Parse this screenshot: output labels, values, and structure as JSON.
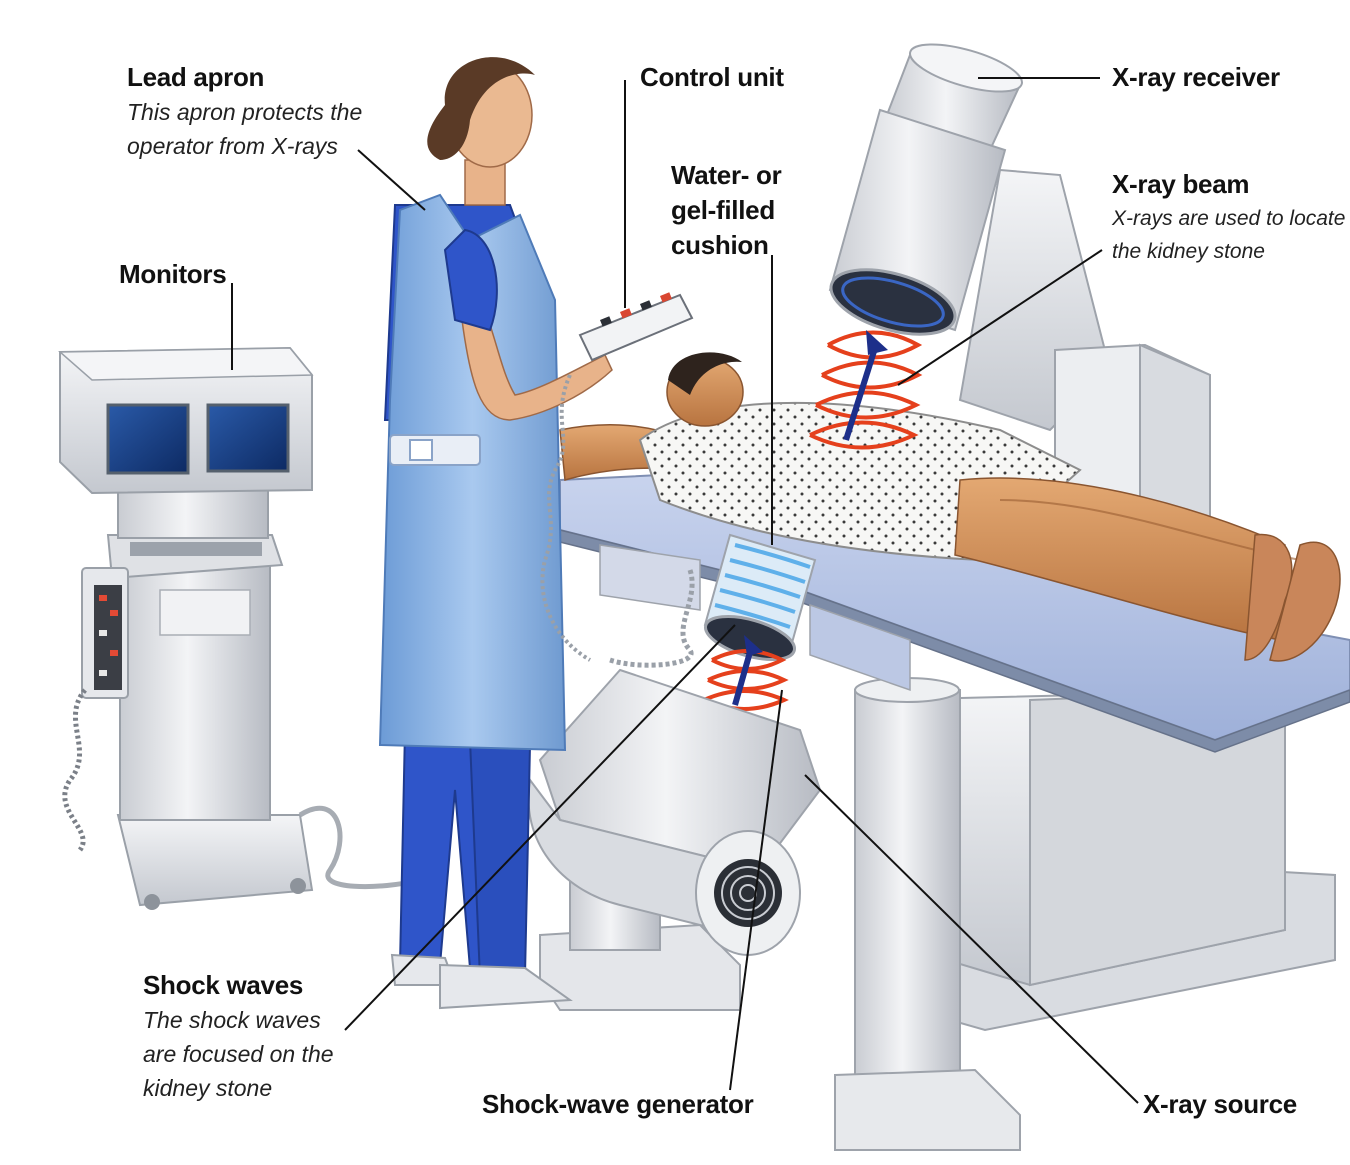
{
  "diagram": {
    "labels": {
      "lead_apron": {
        "title": "Lead apron",
        "desc_line1": "This apron protects the",
        "desc_line2": "operator from X-rays"
      },
      "control_unit": {
        "title": "Control unit"
      },
      "x_ray_receiver": {
        "title": "X-ray receiver"
      },
      "cushion": {
        "line1": "Water- or",
        "line2": "gel-filled",
        "line3": "cushion"
      },
      "x_ray_beam": {
        "title": "X-ray beam",
        "desc_line1": "X-rays are used to locate",
        "desc_line2": "the kidney stone"
      },
      "monitors": {
        "title": "Monitors"
      },
      "shock_waves": {
        "title": "Shock waves",
        "desc_line1": "The shock waves",
        "desc_line2": "are focused on the",
        "desc_line3": "kidney stone"
      },
      "shock_wave_generator": {
        "title": "Shock-wave generator"
      },
      "x_ray_source": {
        "title": "X-ray source"
      }
    },
    "colors": {
      "scrubs": "#2f55c9",
      "apron": "#8fb8e6",
      "table_top": "#b9c7e6",
      "machine": "#e6e8ec",
      "skin": "#d89a62",
      "shock_wave_rings": "#e5401c",
      "beam_arrow": "#1d2f8a",
      "cushion_coil": "#5fb0ea",
      "leader_line": "#111111"
    }
  }
}
